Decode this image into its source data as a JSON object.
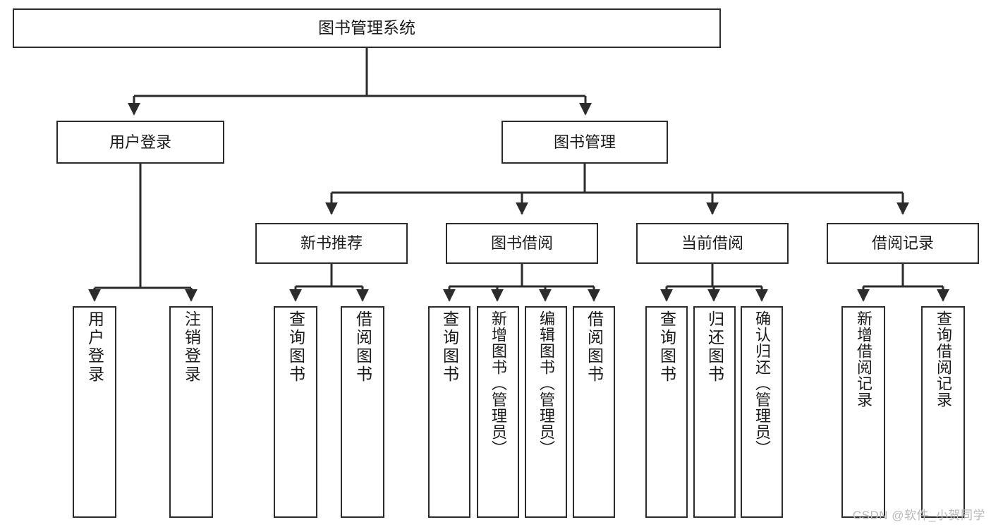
{
  "diagram": {
    "title": "图书管理系统",
    "type": "tree-hierarchy-diagram",
    "colors": {
      "stroke": "#2b2b2b",
      "fill": "#ffffff",
      "text": "#1a1a1a",
      "watermark": "#b9b9b9"
    },
    "nodes": {
      "root": {
        "label": "图书管理系统"
      },
      "level2": [
        {
          "id": "user-login",
          "label": "用户登录"
        },
        {
          "id": "book-management",
          "label": "图书管理"
        }
      ],
      "level3": [
        {
          "id": "new-book-recommend",
          "label": "新书推荐"
        },
        {
          "id": "book-borrow",
          "label": "图书借阅"
        },
        {
          "id": "current-borrow",
          "label": "当前借阅"
        },
        {
          "id": "borrow-record",
          "label": "借阅记录"
        }
      ],
      "leaves": {
        "user-login": [
          {
            "id": "leaf-user-login",
            "label": "用户登录"
          },
          {
            "id": "leaf-logout-login",
            "label": "注销登录"
          }
        ],
        "new-book-recommend": [
          {
            "id": "leaf-query-book-1",
            "label": "查询图书"
          },
          {
            "id": "leaf-borrow-book-1",
            "label": "借阅图书"
          }
        ],
        "book-borrow": [
          {
            "id": "leaf-query-book-2",
            "label": "查询图书"
          },
          {
            "id": "leaf-add-book",
            "label": "新增图书（管理员）"
          },
          {
            "id": "leaf-edit-book",
            "label": "编辑图书（管理员）"
          },
          {
            "id": "leaf-borrow-book-2",
            "label": "借阅图书"
          }
        ],
        "current-borrow": [
          {
            "id": "leaf-query-book-3",
            "label": "查询图书"
          },
          {
            "id": "leaf-return-book",
            "label": "归还图书"
          },
          {
            "id": "leaf-confirm-return",
            "label": "确认归还（管理员）"
          }
        ],
        "borrow-record": [
          {
            "id": "leaf-add-record",
            "label": "新增借阅记录"
          },
          {
            "id": "leaf-query-record",
            "label": "查询借阅记录"
          }
        ]
      }
    },
    "watermark": "CSDN @软件_小贺同学"
  }
}
